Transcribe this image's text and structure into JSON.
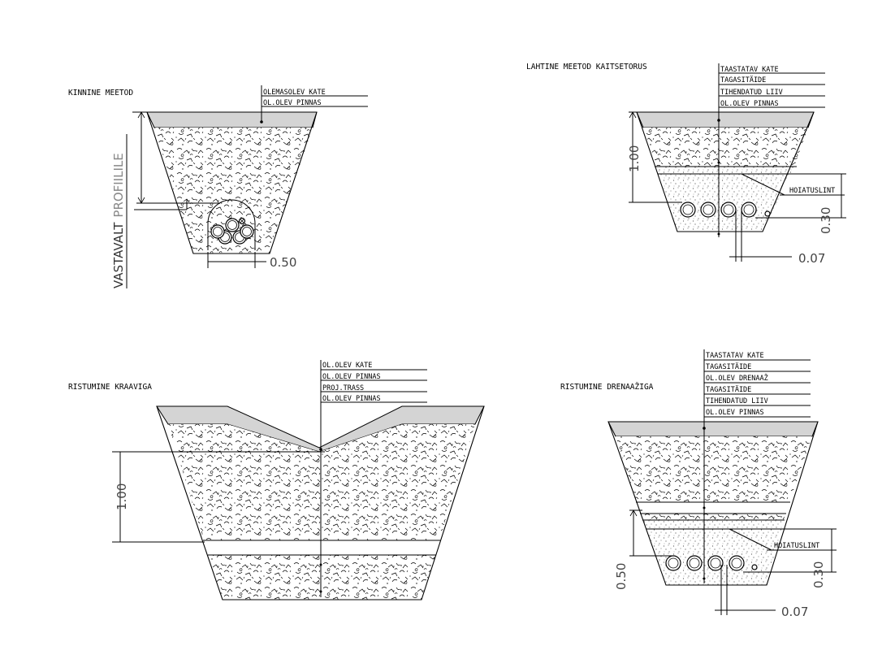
{
  "detail_1": {
    "title": "KINNINE MEETOD",
    "labels": [
      "OLEMASOLEV KATE",
      "OL.OLEV PINNAS"
    ],
    "dim_bottom": "0.50",
    "side_label_dark": "VASTAVALT",
    "side_label_light": "PROFIILILE"
  },
  "detail_2": {
    "title": "LAHTINE MEETOD KAITSETORUS",
    "labels": [
      "TAASTATAV KATE",
      "TAGASITÄIDE",
      "TIHENDATUD LIIV",
      "OL.OLEV PINNAS"
    ],
    "warning_tape": "HOIATUSLINT",
    "dim_left": "1.00",
    "dim_right": "0.30",
    "dim_bottom": "0.07"
  },
  "detail_3": {
    "title": "RISTUMINE KRAAVIGA",
    "labels": [
      "OL.OLEV KATE",
      "OL.OLEV PINNAS",
      "PROJ.TRASS",
      "OL.OLEV PINNAS"
    ],
    "dim_left": "1.00"
  },
  "detail_4": {
    "title": "RISTUMINE DRENAAŽIGA",
    "labels": [
      "TAASTATAV KATE",
      "TAGASITÄIDE",
      "OL.OLEV DRENAAŽ",
      "TAGASITÄIDE",
      "TIHENDATUD LIIV",
      "OL.OLEV PINNAS"
    ],
    "warning_tape": "HOIATUSLINT",
    "dim_left": "0.50",
    "dim_right": "0.30",
    "dim_bottom": "0.07"
  }
}
